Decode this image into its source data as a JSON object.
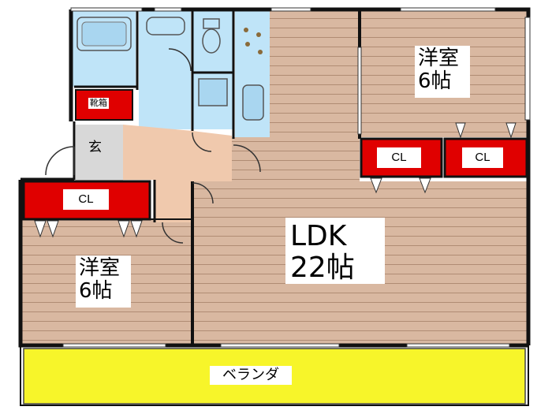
{
  "floor_plan": {
    "ldk": {
      "name": "LDK",
      "size": "22帖"
    },
    "western_room_1": {
      "name": "洋室",
      "size": "6帖"
    },
    "western_room_2": {
      "name": "洋室",
      "size": "6帖"
    },
    "entrance": {
      "name": "玄"
    },
    "shoe_box": {
      "name": "靴箱"
    },
    "closet_label": "CL",
    "veranda": {
      "name": "ベランダ"
    }
  },
  "colors": {
    "wood_floor": "#d9b8a1",
    "wood_line": "#b08c74",
    "wet_area": "#bfe4f8",
    "closet": "#e00000",
    "veranda": "#f7f52a",
    "entrance_floor": "#d8d8d8",
    "hall_floor": "#f0c9ad",
    "wall": "#111111"
  }
}
